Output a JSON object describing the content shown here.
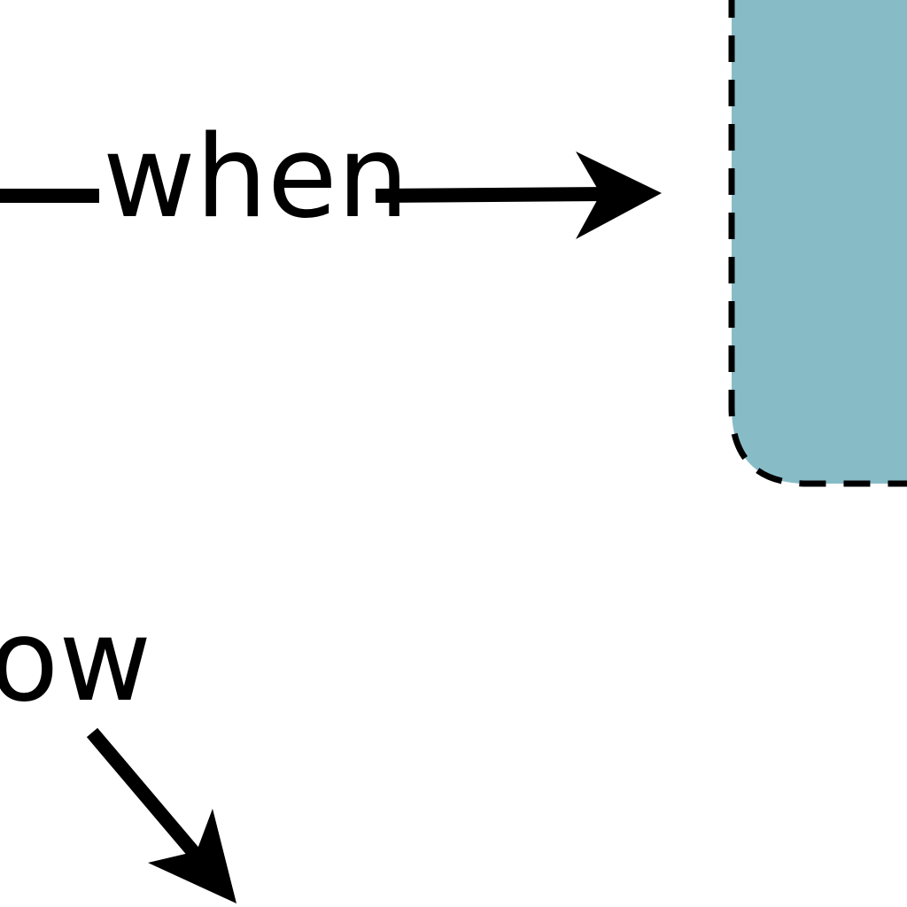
{
  "diagram": {
    "edge_top": {
      "label": "when"
    },
    "edge_bottom": {
      "label": "ow"
    },
    "node_right": {
      "fill_color": "#87bcc7",
      "border_style": "dashed",
      "border_color": "#000000"
    },
    "colors": {
      "stroke": "#000000",
      "background": "#ffffff"
    }
  }
}
